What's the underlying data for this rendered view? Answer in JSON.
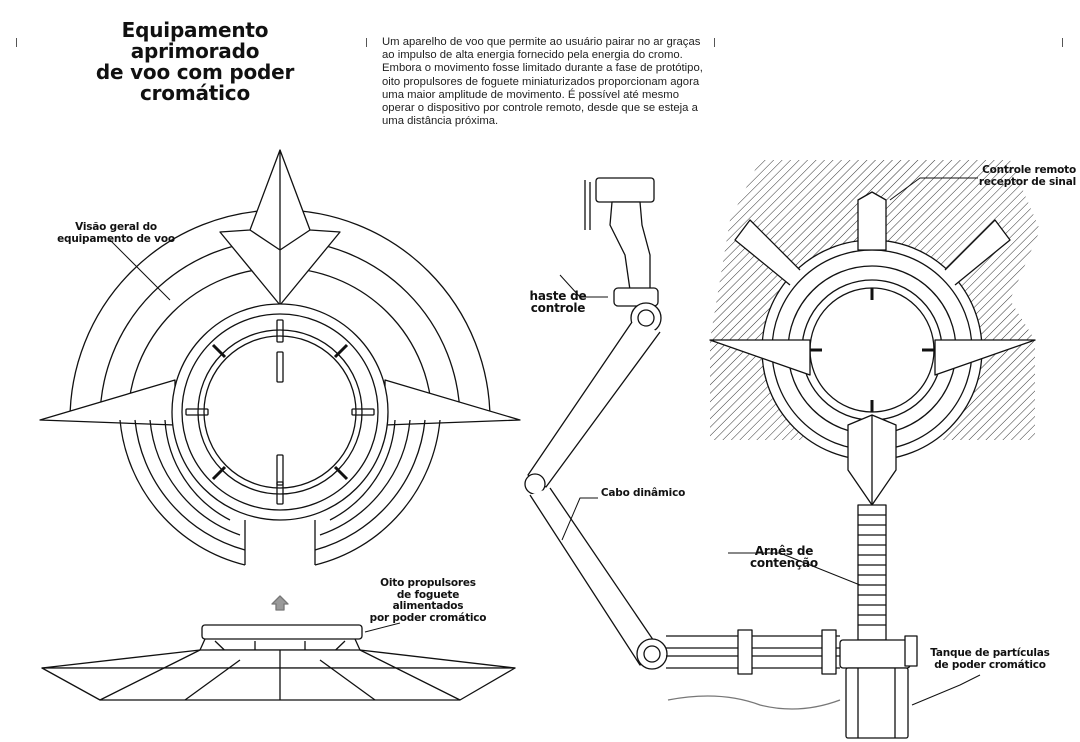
{
  "header": {
    "title_lines": [
      "Equipamento aprimorado",
      "de voo com poder cromático"
    ],
    "description": "Um aparelho de voo que permite ao usuário pairar no ar graças ao impulso de alta energia fornecido pela energia do cromo. Embora o movimento fosse limitado durante a fase de protótipo, oito propulsores de foguete miniaturizados proporcionam agora uma maior amplitude de movimento. É possível até mesmo operar o dispositivo por controle remoto, desde que se esteja a uma distância próxima."
  },
  "labels": {
    "overview": [
      "Visão geral do",
      "equipamento de voo"
    ],
    "thrusters": [
      "Oito propulsores",
      "de foguete alimentados",
      "por poder cromático"
    ],
    "control_rod": "haste de controle",
    "dynamic_cable": "Cabo dinâmico",
    "harness": "Arnês de contenção",
    "remote_receiver": [
      "Controle remoto",
      "receptor de sinal"
    ],
    "tank": [
      "Tanque de partículas",
      "de poder cromático"
    ]
  }
}
